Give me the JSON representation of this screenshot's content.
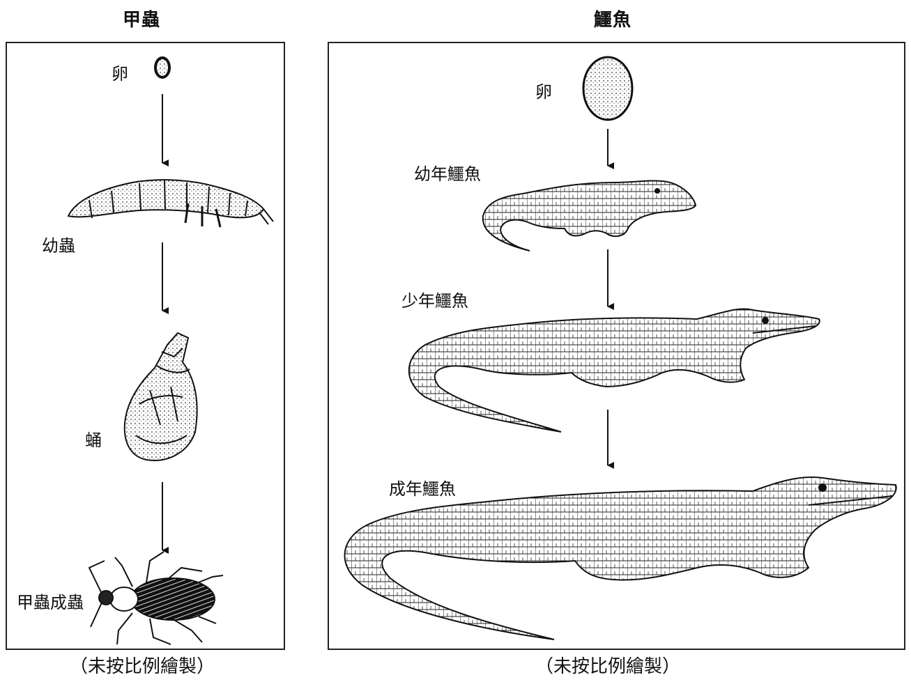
{
  "beetle": {
    "title": "甲蟲",
    "stages": {
      "egg": "卵",
      "larva": "幼蟲",
      "pupa": "蛹",
      "adult": "甲蟲成蟲"
    },
    "note": "（未按比例繪製）"
  },
  "alligator": {
    "title": "鱷魚",
    "stages": {
      "egg": "卵",
      "hatchling": "幼年鱷魚",
      "juvenile": "少年鱷魚",
      "adult": "成年鱷魚"
    },
    "note": "（未按比例繪製）"
  }
}
